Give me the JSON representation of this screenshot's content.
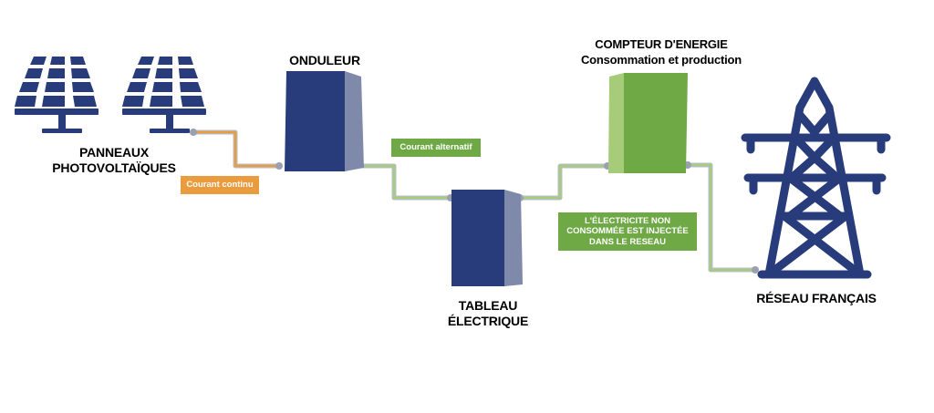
{
  "colors": {
    "navy": "#283c7c",
    "device_side": "#7f89aa",
    "green": "#6ea945",
    "green_light": "#a6cc7a",
    "orange": "#e99b3e",
    "cable_grey": "#b7bcc9",
    "text": "#000000"
  },
  "nodes": {
    "panels": {
      "label_lines": [
        "PANNEAUX",
        "PHOTOVOLTAÏQUES"
      ],
      "icon": "solar-panels-icon"
    },
    "inverter": {
      "label": "ONDULEUR",
      "icon": "inverter-box-icon"
    },
    "board": {
      "label_lines": [
        "TABLEAU",
        "ÉLECTRIQUE"
      ],
      "icon": "electrical-board-icon"
    },
    "meter": {
      "label_lines": [
        "COMPTEUR D'ENERGIE",
        "Consommation et production"
      ],
      "icon": "energy-meter-icon"
    },
    "grid": {
      "label": "RÉSEAU FRANÇAIS",
      "icon": "power-pylon-icon"
    }
  },
  "tags": {
    "dc": "Courant continu",
    "ac": "Courant alternatif",
    "injection_lines": [
      "L'ÉLECTRICITE NON",
      "CONSOMMÉE EST INJECTÉE",
      "DANS LE RESEAU"
    ]
  }
}
